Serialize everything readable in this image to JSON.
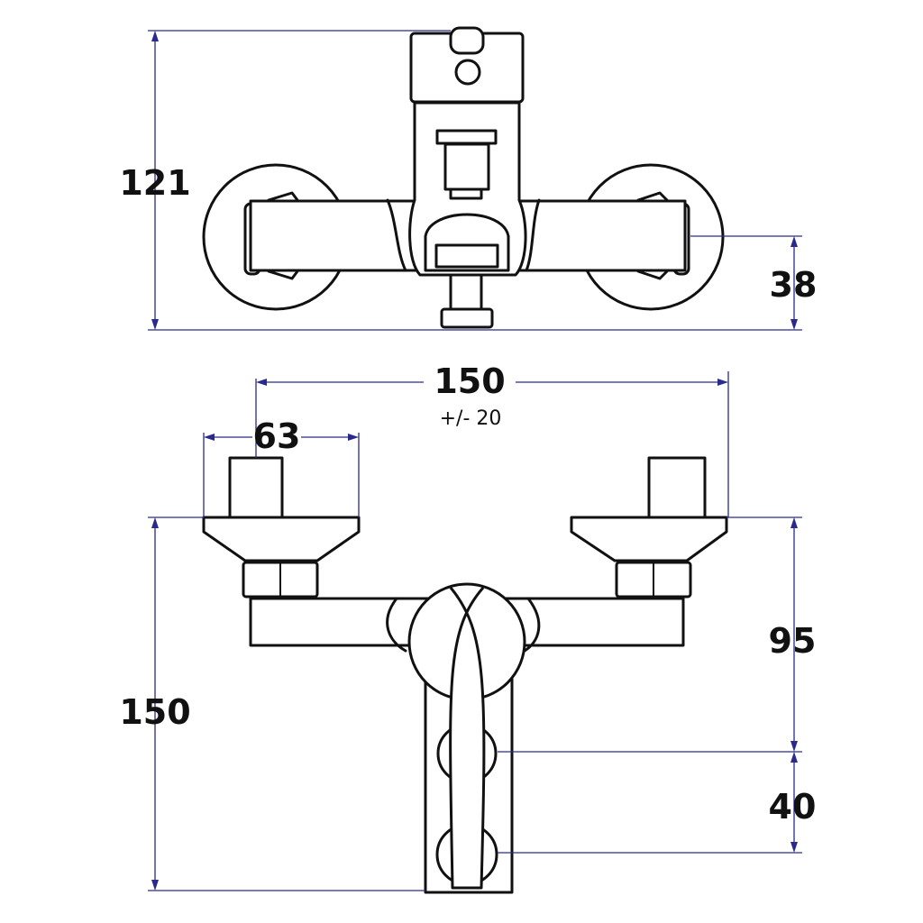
{
  "dimensions": {
    "top_height": {
      "value": "121"
    },
    "top_depth": {
      "value": "38"
    },
    "center_distance": {
      "value": "150",
      "tolerance": "+/- 20"
    },
    "flange_diameter": {
      "value": "63"
    },
    "total_height": {
      "value": "150"
    },
    "spout_height": {
      "value": "95"
    },
    "spout_offset": {
      "value": "40"
    }
  },
  "colors": {
    "dimension_line": "#2a2a8c",
    "outline": "#111111"
  }
}
